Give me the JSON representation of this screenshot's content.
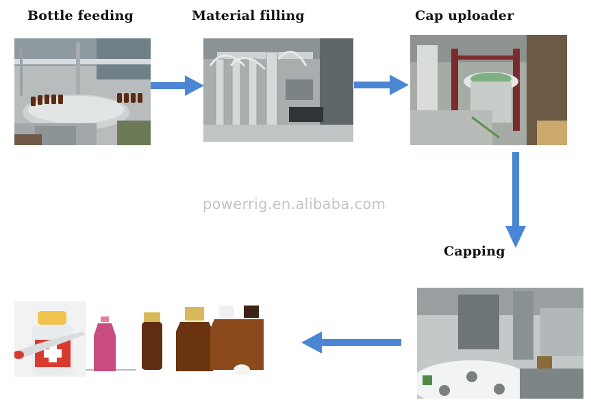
{
  "steps": [
    {
      "id": "bottle-feeding",
      "label": "Bottle feeding"
    },
    {
      "id": "material-filling",
      "label": "Material filling"
    },
    {
      "id": "cap-uploader",
      "label": "Cap uploader"
    },
    {
      "id": "capping",
      "label": "Capping"
    }
  ],
  "watermark": "powerrig.en.alibaba.com",
  "arrow_color": "#4a86d4",
  "icons": {
    "flow_arrow": "arrow-icon",
    "medicine": "medicine-bottle-icon"
  }
}
